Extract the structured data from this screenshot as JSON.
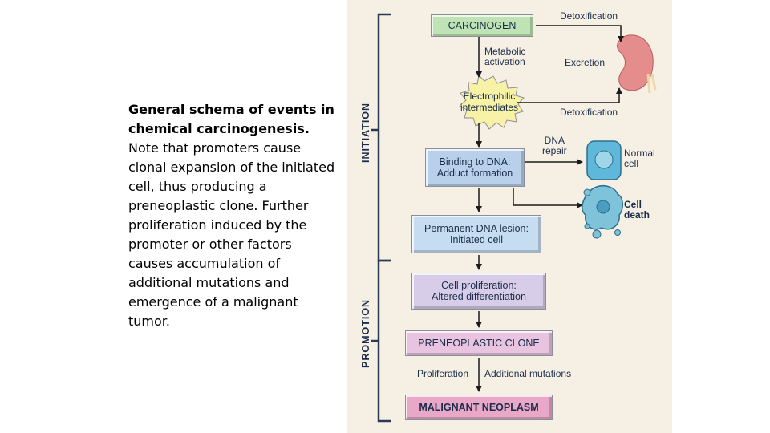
{
  "caption": {
    "title": "General schema of events in chemical carcinogenesis.",
    "body": "Note that promoters cause clonal expansion of the initiated cell, thus producing a preneoplastic clone. Further proliferation induced by the promoter or other factors causes accumulation of additional mutations and emergence of a malignant tumor."
  },
  "phases": {
    "initiation": "INITIATION",
    "promotion": "PROMOTION"
  },
  "boxes": {
    "carcinogen": "CARCINOGEN",
    "electrophilic_line1": "Electrophilic",
    "electrophilic_line2": "intermediates",
    "binding_line1": "Binding to DNA:",
    "binding_line2": "Adduct formation",
    "lesion_line1": "Permanent DNA lesion:",
    "lesion_line2": "Initiated cell",
    "prolif_line1": "Cell proliferation:",
    "prolif_line2": "Altered differentiation",
    "preneoplastic": "PRENEOPLASTIC CLONE",
    "malignant": "MALIGNANT NEOPLASM"
  },
  "labels": {
    "detox_top": "Detoxification",
    "metabolic_line1": "Metabolic",
    "metabolic_line2": "activation",
    "excretion": "Excretion",
    "detox_bottom": "Detoxification",
    "dna_repair_line1": "DNA",
    "dna_repair_line2": "repair",
    "normal_cell_line1": "Normal",
    "normal_cell_line2": "cell",
    "cell_death_line1": "Cell",
    "cell_death_line2": "death",
    "proliferation": "Proliferation",
    "additional_mutations": "Additional mutations"
  },
  "colors": {
    "carcinogen_box": "#bfe3b4",
    "electrophilic_burst": "#f7f2a6",
    "binding_box": "#b9d0ea",
    "lesion_box": "#c6dcf0",
    "prolif_box": "#d7cde9",
    "preneoplastic_box": "#e9c4e0",
    "malignant_box": "#e9a8c8",
    "kidney": "#e58c8c",
    "normal_cell": "#5fb8d9",
    "dead_cell": "#7fc3da"
  }
}
